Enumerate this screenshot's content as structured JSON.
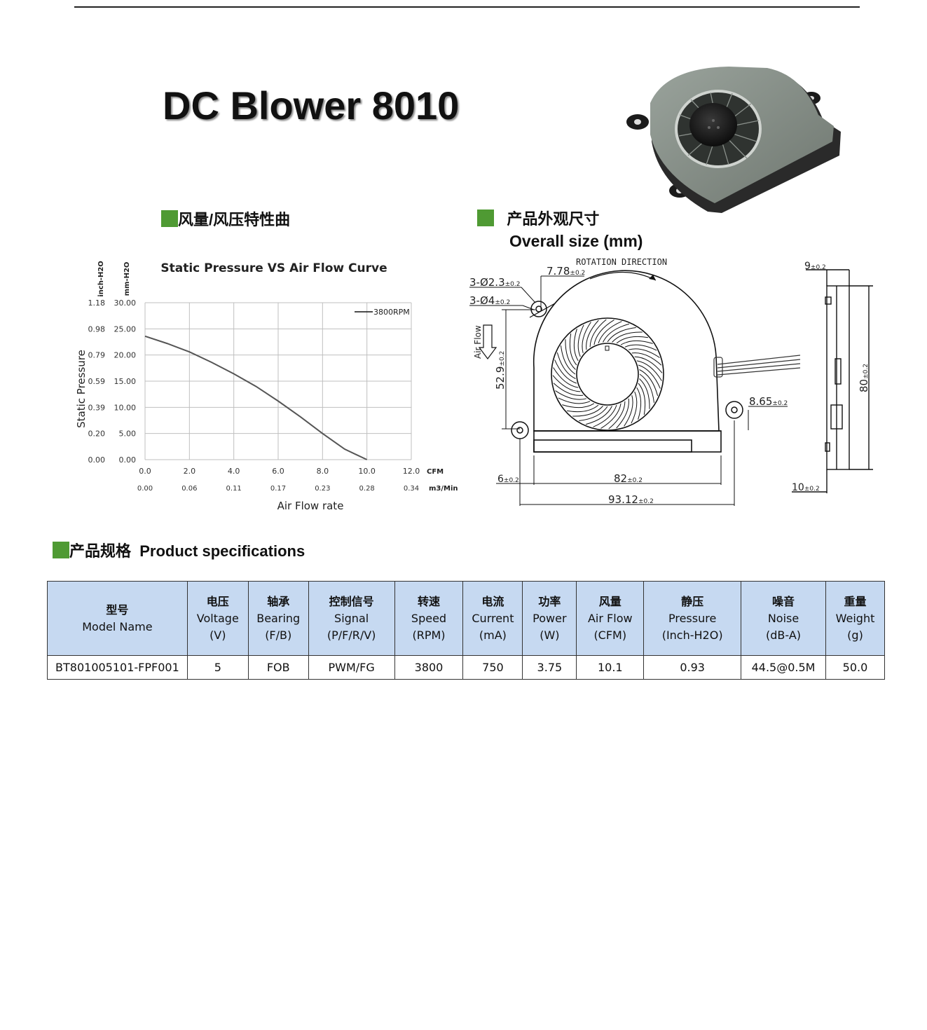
{
  "title": "DC Blower 8010",
  "curve_section": {
    "heading": "风量/风压特性曲"
  },
  "size_section": {
    "heading": "产品外观尺寸",
    "subheading": "Overall size (mm)"
  },
  "spec_section": {
    "heading_cn": "产品规格",
    "heading_en": "Product specifications"
  },
  "chart_data": {
    "type": "line",
    "title": "Static Pressure VS Air Flow Curve",
    "xlabel": "Air Flow rate",
    "ylabel": "Static Pressure",
    "x_unit_primary": "CFM",
    "x_unit_secondary": "m3/Min",
    "y_unit_primary": "mm-H2O",
    "y_unit_secondary": "inch-H2O",
    "x_ticks_cfm": [
      "0.0",
      "2.0",
      "4.0",
      "6.0",
      "8.0",
      "10.0",
      "12.0"
    ],
    "x_ticks_m3": [
      "0.00",
      "0.06",
      "0.11",
      "0.17",
      "0.23",
      "0.28",
      "0.34"
    ],
    "y_ticks_mm": [
      "0.00",
      "5.00",
      "10.00",
      "15.00",
      "20.00",
      "25.00",
      "30.00"
    ],
    "y_ticks_inch": [
      "0.00",
      "0.20",
      "0.39",
      "0.59",
      "0.79",
      "0.98",
      "1.18"
    ],
    "xlim": [
      0,
      12
    ],
    "ylim": [
      0,
      30
    ],
    "grid": true,
    "legend_position": "top-right",
    "series": [
      {
        "name": "3800RPM",
        "x": [
          0,
          1,
          2,
          3,
          4,
          5,
          6,
          7,
          8,
          9,
          10
        ],
        "y": [
          23.6,
          22.2,
          20.6,
          18.6,
          16.4,
          14.0,
          11.2,
          8.2,
          5.0,
          2.0,
          0
        ]
      }
    ]
  },
  "drawing": {
    "rotation_label": "ROTATION DIRECTION",
    "airflow_label": "Air Flow",
    "dim_holes_small": "3-Ø2.3",
    "dim_holes_small_tol": "±0.2",
    "dim_holes_large": "3-Ø4",
    "dim_holes_large_tol": "±0.2",
    "dim_top_offset": "7.78",
    "dim_top_offset_tol": "±0.2",
    "dim_height_left": "52.9",
    "dim_height_left_tol": "±0.2",
    "dim_right_offset": "8.65",
    "dim_right_offset_tol": "±0.2",
    "dim_left_margin": "6",
    "dim_left_margin_tol": "±0.2",
    "dim_width_inner": "82",
    "dim_width_inner_tol": "±0.2",
    "dim_width_total": "93.12",
    "dim_width_total_tol": "±0.2",
    "dim_side_thickness": "9",
    "dim_side_thickness_tol": "±0.2",
    "dim_side_height": "80",
    "dim_side_height_tol": "±0.2",
    "dim_side_bottom": "10",
    "dim_side_bottom_tol": "±0.2"
  },
  "spec_table": {
    "headers": [
      {
        "cn": "型号",
        "en": [
          "Model Name"
        ]
      },
      {
        "cn": "电压",
        "en": [
          "Voltage",
          "(V)"
        ]
      },
      {
        "cn": "轴承",
        "en": [
          "Bearing",
          "(F/B)"
        ]
      },
      {
        "cn": "控制信号",
        "en": [
          "Signal",
          "(P/F/R/V)"
        ]
      },
      {
        "cn": "转速",
        "en": [
          "Speed",
          "(RPM)"
        ]
      },
      {
        "cn": "电流",
        "en": [
          "Current",
          "(mA)"
        ]
      },
      {
        "cn": "功率",
        "en": [
          "Power",
          "(W)"
        ]
      },
      {
        "cn": "风量",
        "en": [
          "Air Flow",
          "(CFM)"
        ]
      },
      {
        "cn": "静压",
        "en": [
          "Pressure",
          "(Inch-H2O)"
        ]
      },
      {
        "cn": "噪音",
        "en": [
          "Noise",
          "(dB-A)"
        ]
      },
      {
        "cn": "重量",
        "en": [
          "Weight",
          "(g)"
        ]
      }
    ],
    "rows": [
      [
        "BT801005101-FPF001",
        "5",
        "FOB",
        "PWM/FG",
        "3800",
        "750",
        "3.75",
        "10.1",
        "0.93",
        "44.5@0.5M",
        "50.0"
      ]
    ]
  },
  "colors": {
    "accent_square": "#4f9a33",
    "table_header_bg": "#c6d9f1",
    "curve": "#555555"
  }
}
